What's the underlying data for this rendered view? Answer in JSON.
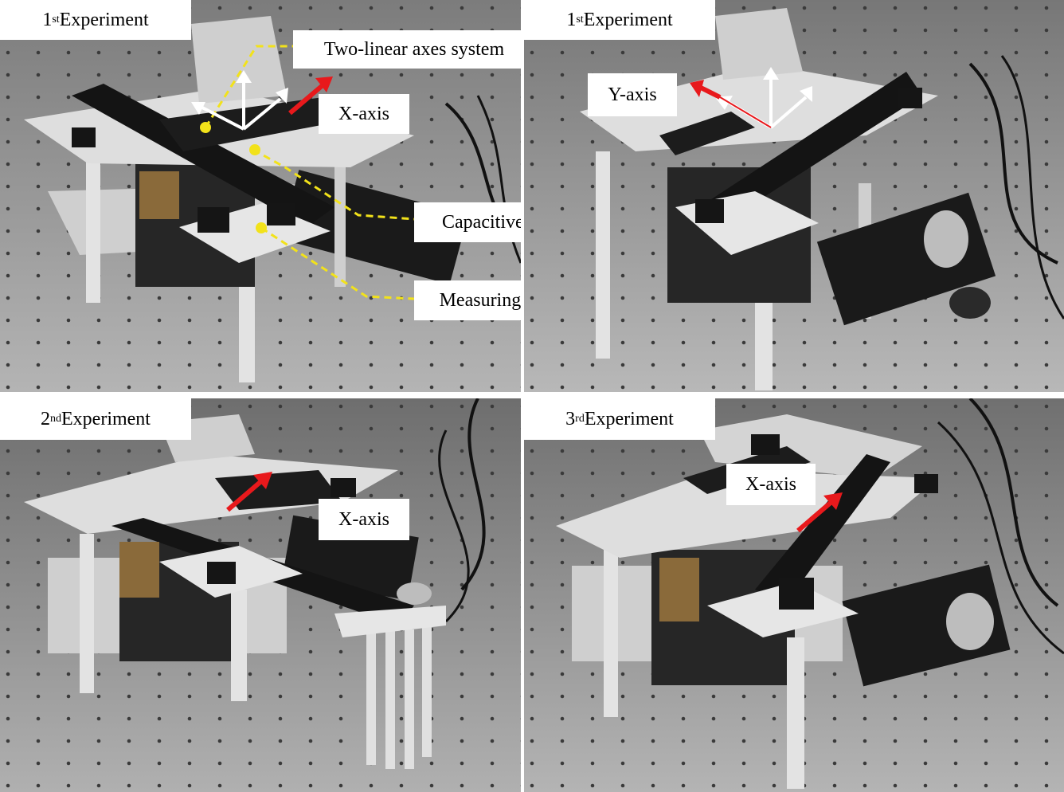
{
  "panels": [
    {
      "id": "tl",
      "title_num": "1",
      "title_sup": "st",
      "title_rest": " Experiment"
    },
    {
      "id": "tr",
      "title_num": "1",
      "title_sup": "st",
      "title_rest": " Experiment"
    },
    {
      "id": "bl",
      "title_num": "2",
      "title_sup": "nd",
      "title_rest": " Experiment"
    },
    {
      "id": "br",
      "title_num": "3",
      "title_sup": "rd",
      "title_rest": " Experiment"
    }
  ],
  "annotations": {
    "two_linear": "Two-linear axes system",
    "x_axis_tl": "X-axis",
    "capacitive": "Capacitive sensor",
    "measuring": "Measuring target",
    "y_axis_tr": "Y-axis",
    "x_axis_bl": "X-axis",
    "x_axis_br": "X-axis"
  },
  "colors": {
    "arrow": "#e8191c",
    "leader": "#f2e21a",
    "axes": "#ffffff",
    "table": "#9a9a9a",
    "aluminum": "#d9d9d9",
    "dark": "#161616"
  }
}
